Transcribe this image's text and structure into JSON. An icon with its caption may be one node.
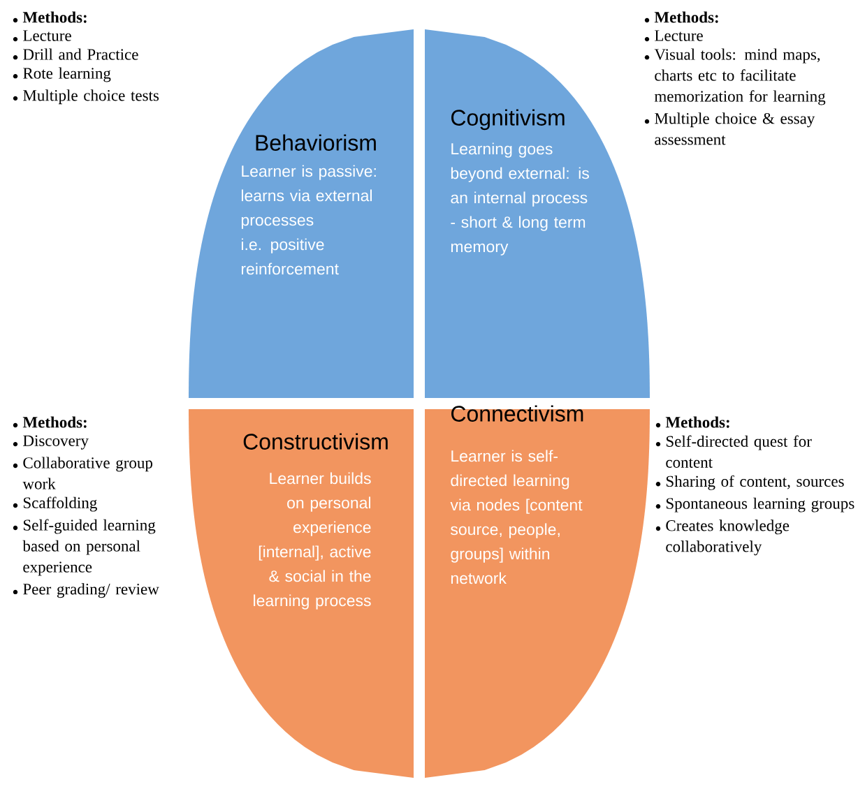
{
  "diagram": {
    "nodes": [
      {
        "text": [
          "Behaviorism",
          "Learner is passive: learns via external processes i.e. positive reinforcement"
        ],
        "beside": [
          "Methods:",
          "Lecture",
          "Drill and Practice",
          "Rote learning",
          "Multiple choice tests"
        ]
      },
      {
        "text": [
          "Cognitivism",
          "Learning goes beyond external: is an internal process - short & long term  memory"
        ],
        "beside": [
          "Methods:",
          "Lecture",
          "Visual tools: mind maps, charts etc to facilitate memorization for learning",
          "Multiple choice & essay assessment"
        ]
      },
      {
        "text": [
          "Constructivism",
          "Learner builds on personal experience [internal], active & social in the learning process"
        ],
        "beside": [
          "Methods:",
          "Discovery",
          "Collaborative group work",
          "Scaffolding",
          "Self-guided learning based on personal experience",
          "Peer grading/ review"
        ]
      },
      {
        "text": [
          "Connectivism",
          "Learner is self-directed learning via nodes [content source, people, groups] within network"
        ],
        "beside": [
          "Methods:",
          "Self-directed quest for content",
          "Sharing of content, sources",
          "Spontaneous learning groups",
          "Creates knowledge collaboratively"
        ]
      }
    ]
  }
}
